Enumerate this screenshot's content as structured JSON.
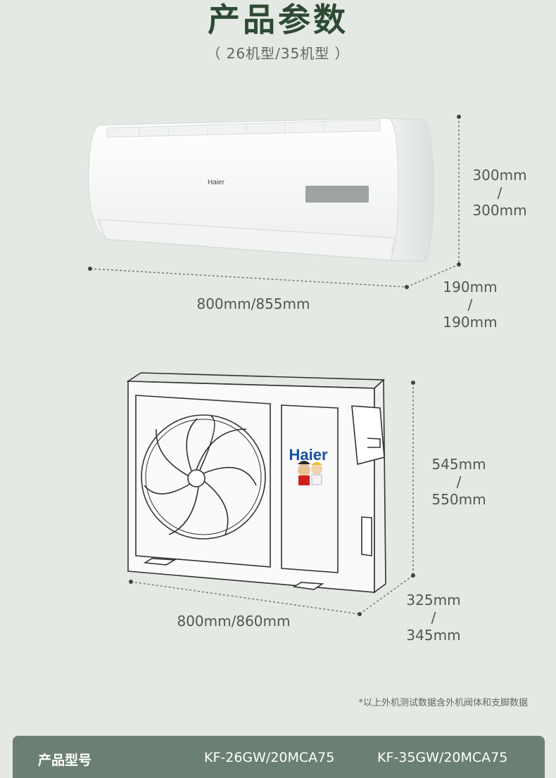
{
  "header": {
    "title": "产品参数",
    "subtitle": "（ 26机型/35机型 ）"
  },
  "indoor_unit": {
    "brand": "Haier",
    "height": [
      "300mm",
      "/",
      "300mm"
    ],
    "width": "800mm/855mm",
    "depth": [
      "190mm",
      "/",
      "190mm"
    ]
  },
  "outdoor_unit": {
    "brand": "Haier",
    "height": [
      "545mm",
      "/",
      "550mm"
    ],
    "width": "800mm/860mm",
    "depth": [
      "325mm",
      "/",
      "345mm"
    ]
  },
  "note": "*以上外机测试数据含外机阀体和支脚数据",
  "table": {
    "label": "产品型号",
    "models": [
      "KF-26GW/20MCA75",
      "KF-35GW/20MCA75"
    ]
  },
  "colors": {
    "background": "#e4e9e3",
    "title": "#2f4a34",
    "table_header": "#6b7f74",
    "logo_blue": "#1a4fa0",
    "logo_red": "#d0201c"
  }
}
